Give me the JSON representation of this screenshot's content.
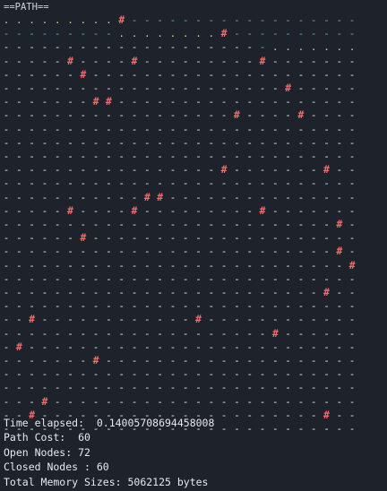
{
  "header": {
    "title": "==PATH=="
  },
  "grid": {
    "legend": {
      ".": "path",
      "-": "closed-node",
      "~": "open-node",
      "#": "obstacle"
    },
    "colors": {
      "path": "#d4d88a",
      "closed": "#e6e9ef",
      "open": "#56b3e0",
      "wall": "#f06e6e",
      "background": "#1e222b"
    },
    "rows": [
      ".........#~~~~~~~~~~~~~~~~~~",
      "~~~~~~~~~........#~~~~~~~~~~",
      "--------------------~.......",
      "-----#----#---------#-------",
      "------#---------------------",
      "----------------------#-----",
      "-------##-------------------",
      "------------------#----#----",
      "----------------------------",
      "----------------------------",
      "----------------------------",
      "-----------------#-------#--",
      "----------------------------",
      "-----------##---------------",
      "-----#----#---------#-------",
      "--------------------------#-",
      "------#---------------------",
      "--------------------------#-",
      "---------------------------#",
      "----------------------------",
      "-------------------------#--",
      "----------------------------",
      "--#------------#------------",
      "---------------------#------",
      "-#--------------------------",
      "-------#--------------------",
      "----------------------------",
      "----------------------------",
      "---#------------------------",
      "--#----------------------#--",
      "----------------------------"
    ]
  },
  "stats": {
    "time_elapsed": "Time elapsed:  0.14005708694458008",
    "path_cost": "Path Cost:  60",
    "open_nodes": "Open Nodes: 72",
    "closed_nodes": "Closed Nodes : 60",
    "total_memory": "Total Memory Sizes: 5062125 bytes"
  }
}
